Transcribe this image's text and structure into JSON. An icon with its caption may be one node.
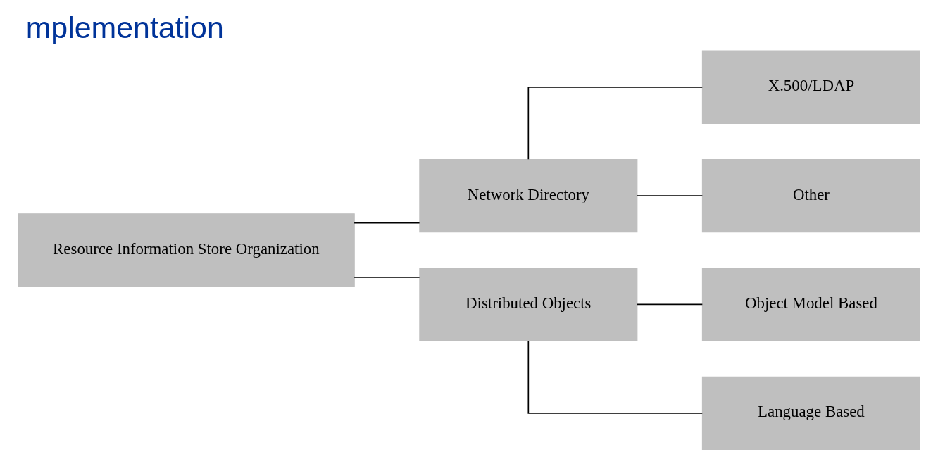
{
  "diagram": {
    "title": "mplementation",
    "nodes": [
      {
        "text": [
          "Resource Information Store Organization"
        ]
      },
      {
        "text": [
          "Network Directory"
        ]
      },
      {
        "text": [
          "Distributed Objects"
        ]
      },
      {
        "text": [
          "X.500/LDAP"
        ]
      },
      {
        "text": [
          "Other"
        ]
      },
      {
        "text": [
          "Object Model Based"
        ]
      },
      {
        "text": [
          "Language Based"
        ]
      }
    ],
    "edges": [
      {
        "from": 0,
        "to": 1,
        "arrow": "none"
      },
      {
        "from": 0,
        "to": 2,
        "arrow": "none"
      },
      {
        "from": 1,
        "to": 3,
        "arrow": "none"
      },
      {
        "from": 1,
        "to": 4,
        "arrow": "none"
      },
      {
        "from": 2,
        "to": 5,
        "arrow": "none"
      },
      {
        "from": 2,
        "to": 6,
        "arrow": "none"
      }
    ]
  }
}
